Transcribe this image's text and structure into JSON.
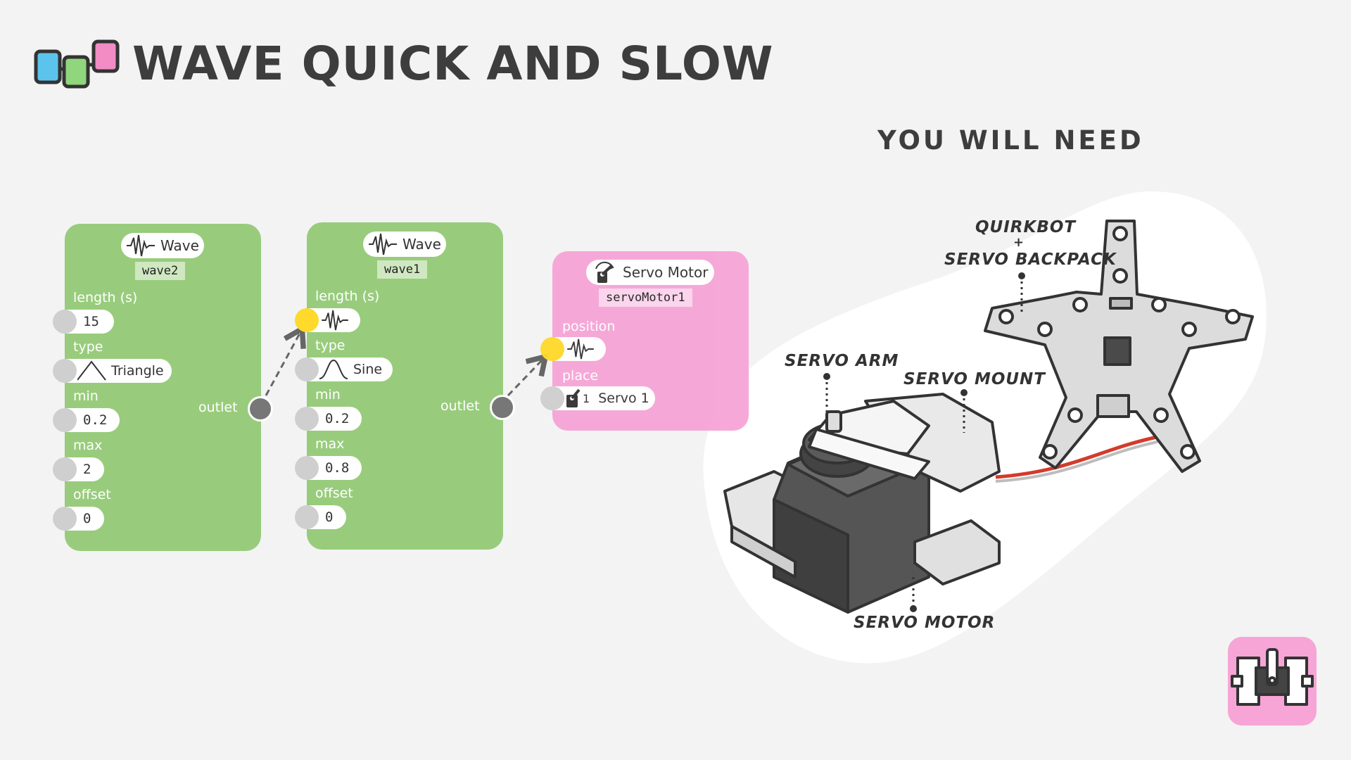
{
  "title": "WAVE QUICK AND SLOW",
  "you_will_need": "YOU WILL NEED",
  "colors": {
    "green": "#98cc7c",
    "pink": "#f6a5d6",
    "yellow": "#ffd92c",
    "logo_blue": "#5cc4ec",
    "logo_green": "#8fd67c",
    "logo_pink": "#f28cc5"
  },
  "blocks": {
    "wave2": {
      "type": "Wave",
      "name": "wave2",
      "fields": [
        {
          "label": "length (s)",
          "value": "15"
        },
        {
          "label": "type",
          "value": "Triangle"
        },
        {
          "label": "min",
          "value": "0.2"
        },
        {
          "label": "max",
          "value": "2"
        },
        {
          "label": "offset",
          "value": "0"
        }
      ],
      "outlet": "outlet"
    },
    "wave1": {
      "type": "Wave",
      "name": "wave1",
      "fields": [
        {
          "label": "length (s)",
          "value": ""
        },
        {
          "label": "type",
          "value": "Sine"
        },
        {
          "label": "min",
          "value": "0.2"
        },
        {
          "label": "max",
          "value": "0.8"
        },
        {
          "label": "offset",
          "value": "0"
        }
      ],
      "outlet": "outlet"
    },
    "servo": {
      "type": "Servo Motor",
      "name": "servoMotor1",
      "fields": [
        {
          "label": "position",
          "value": ""
        },
        {
          "label": "place",
          "value": "Servo 1",
          "prefix": "1"
        }
      ]
    }
  },
  "callouts": {
    "quirkbot_line1": "QUIRKBOT",
    "plus": "+",
    "quirkbot_line2": "SERVO BACKPACK",
    "servo_arm": "SERVO ARM",
    "servo_mount": "SERVO MOUNT",
    "servo_motor": "SERVO MOTOR"
  },
  "icons": [
    "logo-icon",
    "wave-icon",
    "triangle-wave-icon",
    "sine-wave-icon",
    "servo-icon",
    "servo-badge-icon"
  ]
}
